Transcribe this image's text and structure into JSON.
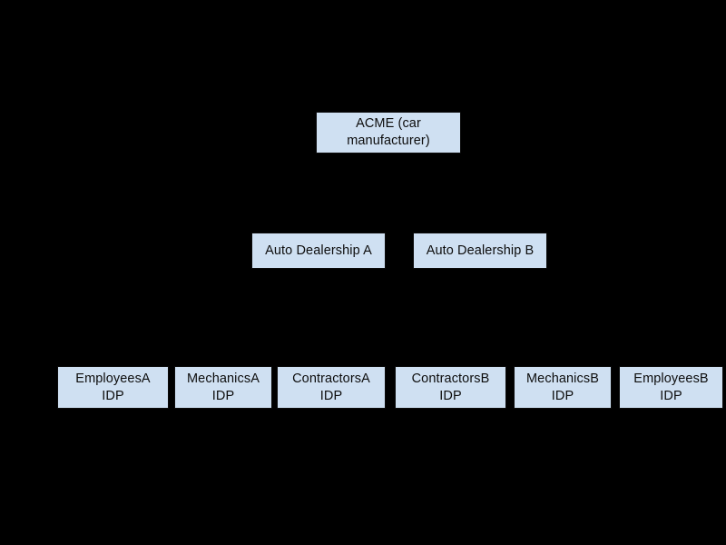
{
  "diagram": {
    "type": "hierarchy-tree",
    "background_color": "#000000",
    "node_fill_color": "#cfe0f2",
    "node_border_color": "#0b0b0b",
    "connector_color": "#000000",
    "text_color": "#0d0d0d",
    "levels": 3,
    "nodes": {
      "acme": {
        "label": "ACME (car\nmanufacturer)",
        "level": 1
      },
      "dealership_a": {
        "label": "Auto Dealership A",
        "level": 2
      },
      "dealership_b": {
        "label": "Auto Dealership B",
        "level": 2
      },
      "employees_a": {
        "label": "EmployeesA\nIDP",
        "level": 3
      },
      "mechanics_a": {
        "label": "MechanicsA\nIDP",
        "level": 3
      },
      "contractors_a": {
        "label": "ContractorsA\nIDP",
        "level": 3
      },
      "contractors_b": {
        "label": "ContractorsB\nIDP",
        "level": 3
      },
      "mechanics_b": {
        "label": "MechanicsB\nIDP",
        "level": 3
      },
      "employees_b": {
        "label": "EmployeesB\nIDP",
        "level": 3
      }
    },
    "edges": [
      {
        "from": "acme",
        "to": "dealership_a"
      },
      {
        "from": "acme",
        "to": "dealership_b"
      },
      {
        "from": "dealership_a",
        "to": "employees_a"
      },
      {
        "from": "dealership_a",
        "to": "mechanics_a"
      },
      {
        "from": "dealership_a",
        "to": "contractors_a"
      },
      {
        "from": "dealership_b",
        "to": "contractors_b"
      },
      {
        "from": "dealership_b",
        "to": "mechanics_b"
      },
      {
        "from": "dealership_b",
        "to": "employees_b"
      }
    ]
  }
}
